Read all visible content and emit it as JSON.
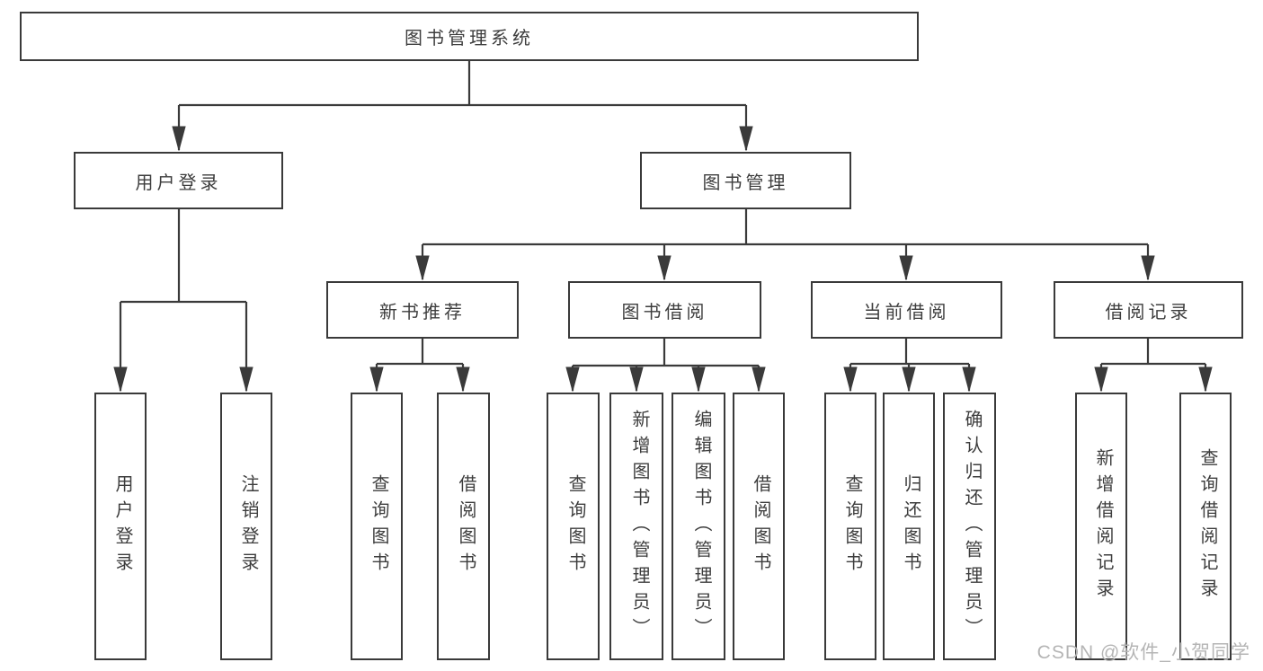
{
  "colors": {
    "line": "#3a3a3a",
    "text": "#3d3d3d",
    "watermark": "#b5b5b5"
  },
  "root": {
    "label": "图书管理系统"
  },
  "level2": [
    {
      "label": "用户登录"
    },
    {
      "label": "图书管理"
    }
  ],
  "level3": [
    {
      "label": "新书推荐"
    },
    {
      "label": "图书借阅"
    },
    {
      "label": "当前借阅"
    },
    {
      "label": "借阅记录"
    }
  ],
  "leaves": {
    "user_login": [
      {
        "label": "用户登录"
      },
      {
        "label": "注销登录"
      }
    ],
    "new_books": [
      {
        "label": "查询图书"
      },
      {
        "label": "借阅图书"
      }
    ],
    "book_borrow": [
      {
        "label": "查询图书"
      },
      {
        "label": "新增图书（管理员）"
      },
      {
        "label": "编辑图书（管理员）"
      },
      {
        "label": "借阅图书"
      }
    ],
    "current_borrow": [
      {
        "label": "查询图书"
      },
      {
        "label": "归还图书"
      },
      {
        "label": "确认归还（管理员）"
      }
    ],
    "borrow_records": [
      {
        "label": "新增借阅记录"
      },
      {
        "label": "查询借阅记录"
      }
    ]
  },
  "watermark": {
    "text": "CSDN @软件_小贺同学"
  }
}
